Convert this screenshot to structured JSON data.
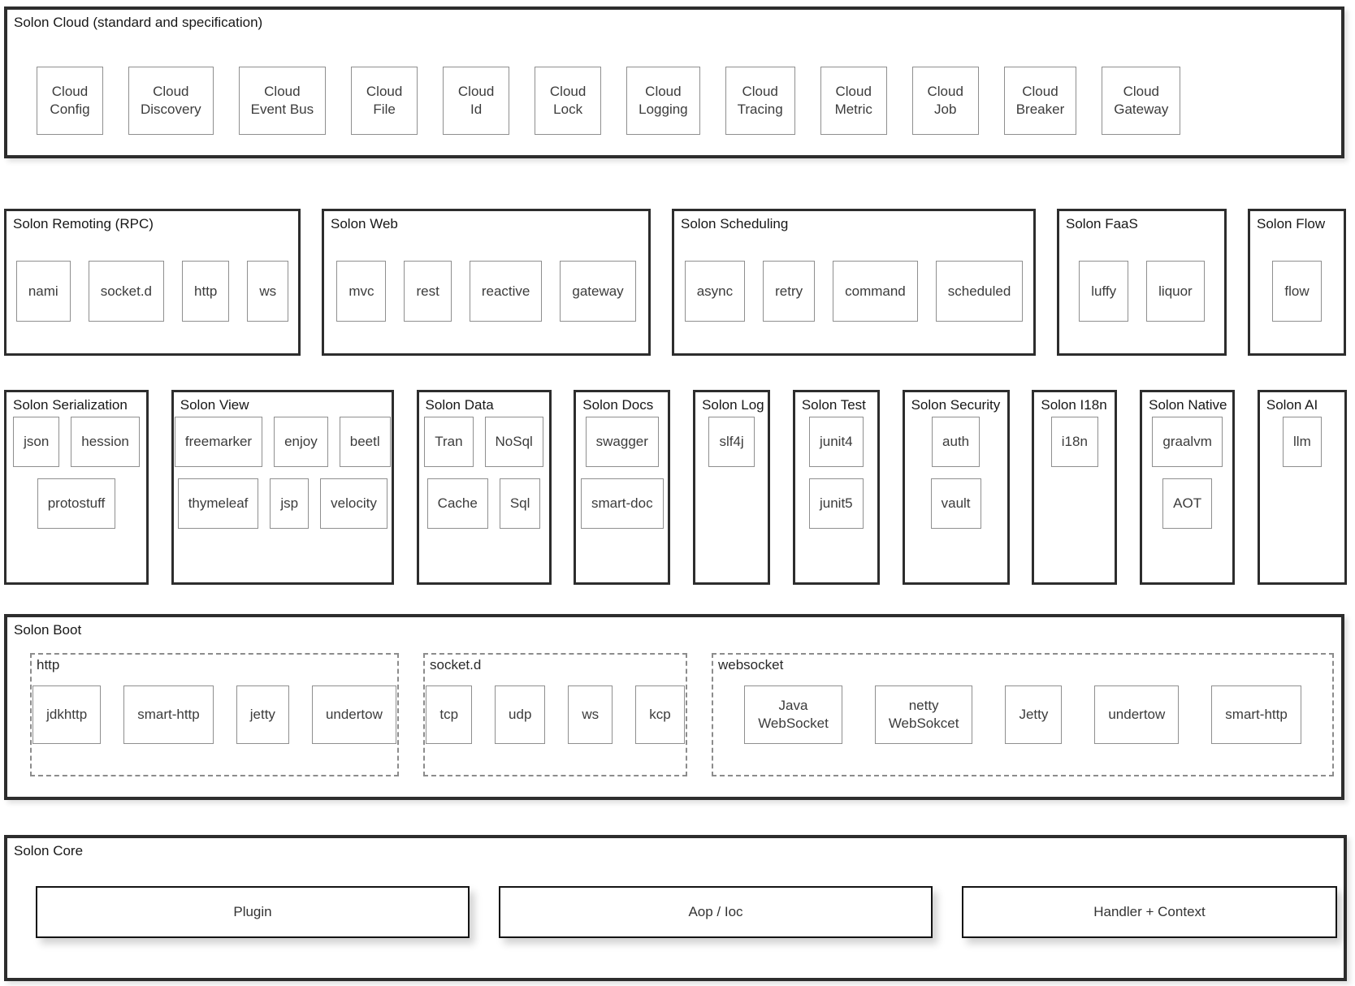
{
  "cloud": {
    "title": "Solon Cloud (standard and specification)",
    "items": [
      "Cloud\nConfig",
      "Cloud\nDiscovery",
      "Cloud\nEvent Bus",
      "Cloud\nFile",
      "Cloud\nId",
      "Cloud\nLock",
      "Cloud\nLogging",
      "Cloud\nTracing",
      "Cloud\nMetric",
      "Cloud\nJob",
      "Cloud\nBreaker",
      "Cloud\nGateway"
    ]
  },
  "row2": [
    {
      "title": "Solon Remoting (RPC)",
      "items": [
        "nami",
        "socket.d",
        "http",
        "ws"
      ]
    },
    {
      "title": "Solon Web",
      "items": [
        "mvc",
        "rest",
        "reactive",
        "gateway"
      ]
    },
    {
      "title": "Solon Scheduling",
      "items": [
        "async",
        "retry",
        "command",
        "scheduled"
      ]
    },
    {
      "title": "Solon FaaS",
      "items": [
        "luffy",
        "liquor"
      ]
    },
    {
      "title": "Solon Flow",
      "items": [
        "flow"
      ]
    }
  ],
  "row3": [
    {
      "title": "Solon Serialization",
      "rows": [
        [
          "json",
          "hession"
        ],
        [
          "protostuff"
        ]
      ]
    },
    {
      "title": "Solon View",
      "rows": [
        [
          "freemarker",
          "enjoy",
          "beetl"
        ],
        [
          "thymeleaf",
          "jsp",
          "velocity"
        ]
      ]
    },
    {
      "title": "Solon Data",
      "rows": [
        [
          "Tran",
          "NoSql"
        ],
        [
          "Cache",
          "Sql"
        ]
      ]
    },
    {
      "title": "Solon Docs",
      "rows": [
        [
          "swagger"
        ],
        [
          "smart-doc"
        ]
      ]
    },
    {
      "title": "Solon Log",
      "rows": [
        [
          "slf4j"
        ]
      ]
    },
    {
      "title": "Solon Test",
      "rows": [
        [
          "junit4"
        ],
        [
          "junit5"
        ]
      ]
    },
    {
      "title": "Solon Security",
      "rows": [
        [
          "auth"
        ],
        [
          "vault"
        ]
      ]
    },
    {
      "title": "Solon I18n",
      "rows": [
        [
          "i18n"
        ]
      ]
    },
    {
      "title": "Solon Native",
      "rows": [
        [
          "graalvm"
        ],
        [
          "AOT"
        ]
      ]
    },
    {
      "title": "Solon AI",
      "rows": [
        [
          "llm"
        ]
      ]
    }
  ],
  "boot": {
    "title": "Solon Boot",
    "groups": [
      {
        "label": "http",
        "items": [
          "jdkhttp",
          "smart-http",
          "jetty",
          "undertow"
        ]
      },
      {
        "label": "socket.d",
        "items": [
          "tcp",
          "udp",
          "ws",
          "kcp"
        ]
      },
      {
        "label": "websocket",
        "items": [
          "Java\nWebSocket",
          "netty\nWebSokcet",
          "Jetty",
          "undertow",
          "smart-http"
        ]
      }
    ]
  },
  "core": {
    "title": "Solon Core",
    "items": [
      "Plugin",
      "Aop / Ioc",
      "Handler + Context"
    ]
  }
}
